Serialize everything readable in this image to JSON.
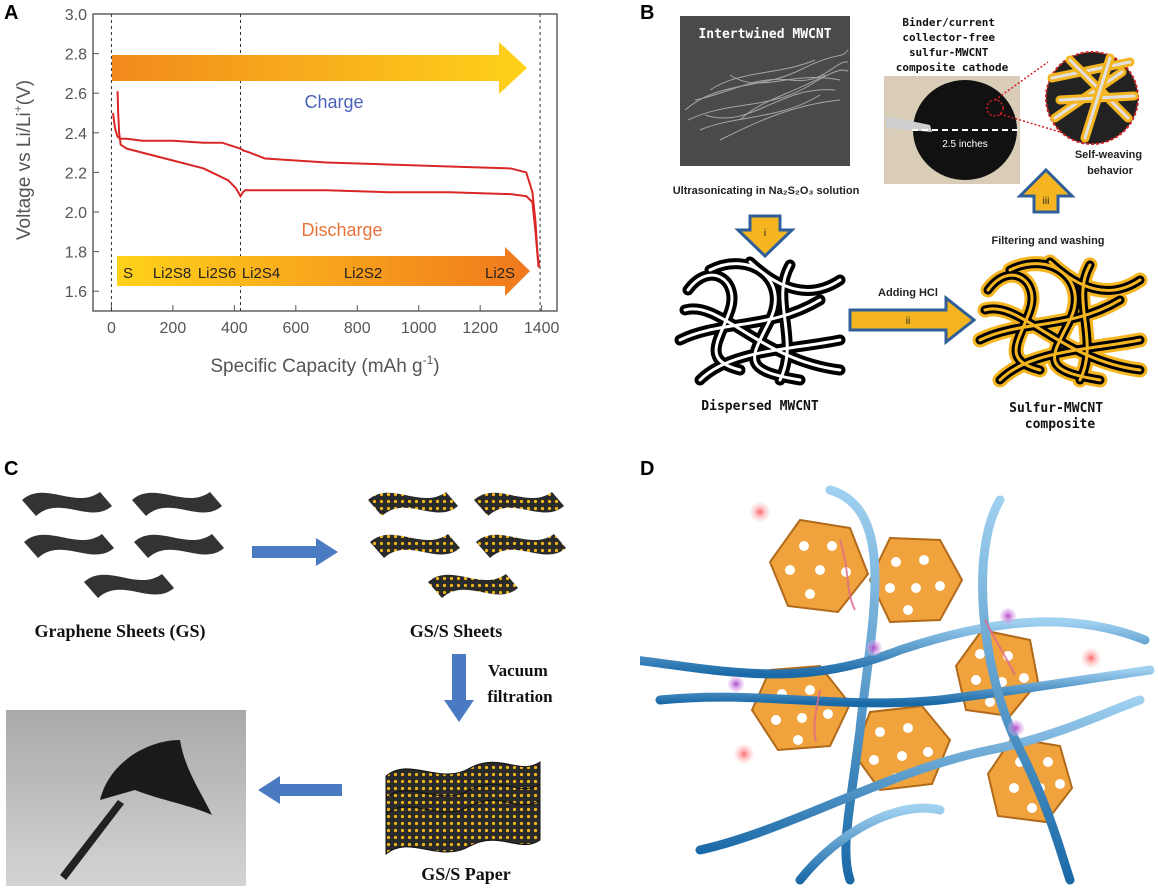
{
  "panels": {
    "a": "A",
    "b": "B",
    "c": "C",
    "d": "D"
  },
  "chart_data": {
    "type": "line",
    "xlabel": "Specific Capacity (mAh g",
    "xlabel_sup": "-1",
    "xlabel_end": ")",
    "ylabel": "Voltage vs Li/Li",
    "ylabel_sup": "+",
    "ylabel_end": "(V)",
    "xlim": [
      -60,
      1450
    ],
    "ylim": [
      1.5,
      3.0
    ],
    "xticks": [
      0,
      200,
      400,
      600,
      800,
      1000,
      1200,
      1400
    ],
    "yticks": [
      1.6,
      1.8,
      2.0,
      2.2,
      2.4,
      2.6,
      2.8,
      3.0
    ],
    "dashed_lines_x": [
      0,
      420,
      1395
    ],
    "annotations": {
      "charge": "Charge",
      "discharge": "Discharge",
      "species": [
        "S",
        "Li2S8",
        "Li2S6",
        "Li2S4",
        "Li2S2",
        "Li2S"
      ]
    },
    "colors": {
      "curve": "#d92626",
      "charge_text": "#4a63b8",
      "discharge_text": "#e8733a",
      "arrow": "#f7c21e"
    },
    "series": [
      {
        "x": [
          5,
          12,
          20,
          30,
          50,
          100,
          200,
          300,
          360,
          400,
          420,
          430,
          450,
          500,
          700,
          900,
          1100,
          1300,
          1350,
          1370,
          1380,
          1386,
          1392
        ],
        "y": [
          2.5,
          2.42,
          2.38,
          2.37,
          2.37,
          2.36,
          2.36,
          2.35,
          2.35,
          2.33,
          2.32,
          2.31,
          2.3,
          2.27,
          2.25,
          2.24,
          2.23,
          2.22,
          2.2,
          2.1,
          1.95,
          1.8,
          1.72
        ]
      },
      {
        "x": [
          20,
          22,
          25,
          30,
          50,
          100,
          200,
          300,
          380,
          405,
          420,
          428,
          435,
          450,
          500,
          700,
          900,
          1100,
          1300,
          1350,
          1370,
          1380,
          1390
        ],
        "y": [
          2.61,
          2.5,
          2.4,
          2.34,
          2.32,
          2.3,
          2.26,
          2.22,
          2.16,
          2.12,
          2.08,
          2.1,
          2.11,
          2.11,
          2.11,
          2.11,
          2.1,
          2.1,
          2.09,
          2.08,
          2.05,
          1.9,
          1.72
        ]
      }
    ]
  },
  "panel_b": {
    "sem_label": "Intertwined MWCNT",
    "photo_title": [
      "Binder/current",
      "collector-free",
      "sulfur-MWCNT",
      "composite cathode"
    ],
    "photo_scale": "2.5 inches",
    "self_weaving": [
      "Self-weaving",
      "behavior"
    ],
    "step1": "Ultrasonicating in Na₂S₂O₃ solution",
    "step2": "Adding HCl",
    "step3": "Filtering and washing",
    "arrow_i": "i",
    "arrow_ii": "ii",
    "arrow_iii": "iii",
    "dispersed": "Dispersed MWCNT",
    "composite": [
      "Sulfur-MWCNT",
      "composite"
    ]
  },
  "panel_c": {
    "gs": "Graphene Sheets (GS)",
    "gss": "GS/S  Sheets",
    "vac": [
      "Vacuum",
      "filtration"
    ],
    "paper": "GS/S  Paper"
  }
}
